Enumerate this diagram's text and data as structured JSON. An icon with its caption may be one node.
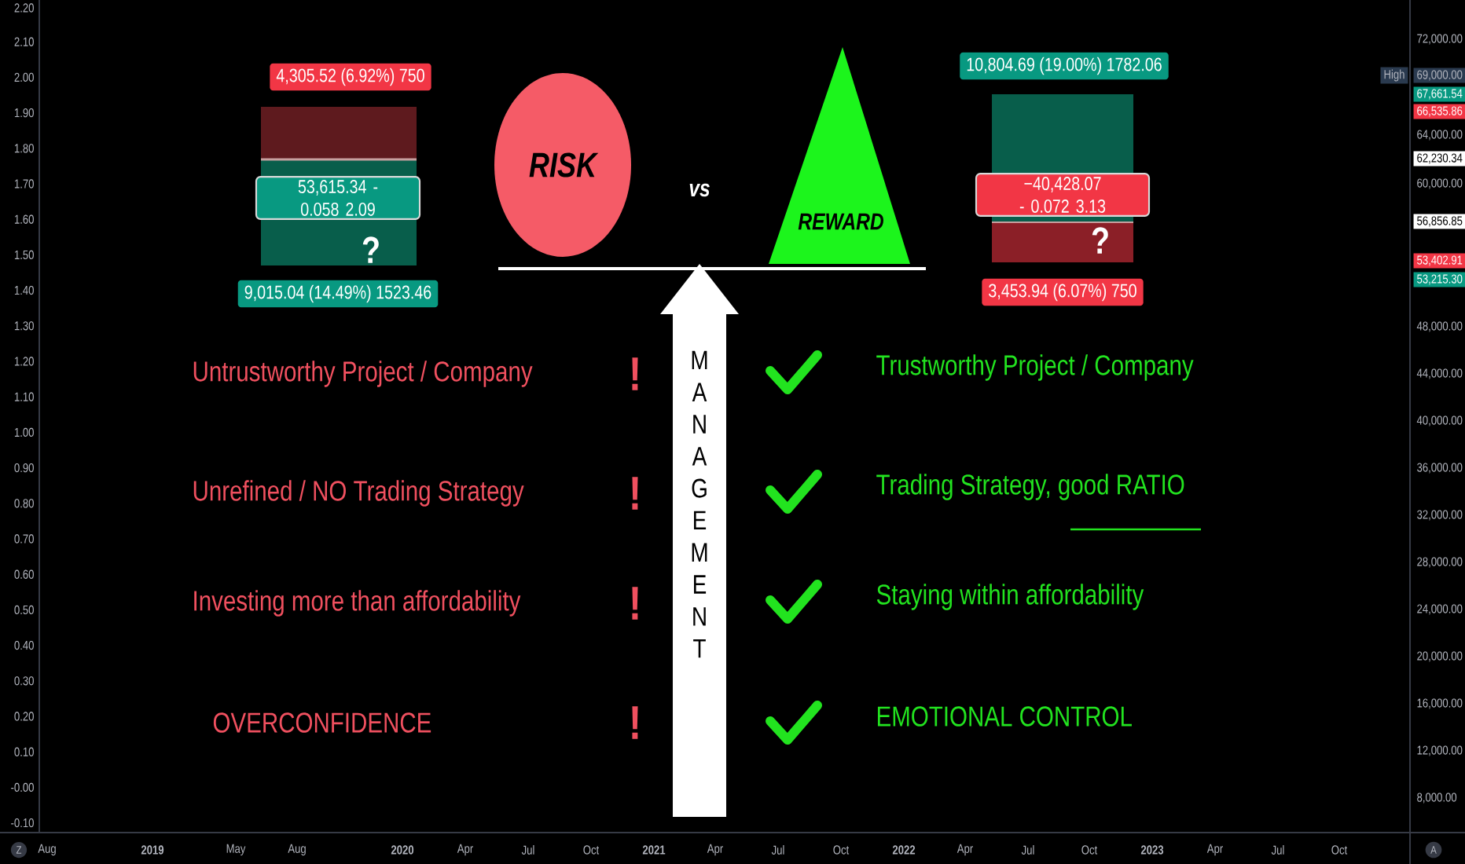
{
  "diagram": {
    "nodes": [
      {
        "text": [
          "4,305.52 (6.92%) 750"
        ]
      },
      {
        "text": [
          "53,615.34 - 0.058 2.09"
        ]
      },
      {
        "text": [
          "9,015.04 (14.49%) 1523.46"
        ]
      },
      {
        "text": [
          "RISK"
        ]
      },
      {
        "text": [
          "REWARD"
        ]
      },
      {
        "text": [
          "10,804.69 (19.00%) 1782.06"
        ]
      },
      {
        "text": [
          "−40,428.07 - 0.072 3.13"
        ]
      },
      {
        "text": [
          "3,453.94 (6.07%) 750"
        ]
      },
      {
        "text": [
          "MANAGEMENT"
        ]
      }
    ],
    "labels": [
      "vs",
      "?",
      "?",
      "Untrustworthy Project / Company",
      "!",
      "Trustworthy Project / Company",
      "Unrefined / NO Trading Strategy",
      "!",
      "Trading Strategy, good RATIO",
      "Investing more than affordability",
      "!",
      "Staying within affordability",
      "OVERCONFIDENCE",
      "!",
      "EMOTIONAL  CONTROL",
      "2.20",
      "2.10",
      "2.00",
      "1.90",
      "1.80",
      "1.70",
      "1.60",
      "1.50",
      "1.40",
      "1.30",
      "1.20",
      "1.10",
      "1.00",
      "0.90",
      "0.80",
      "0.70",
      "0.60",
      "0.50",
      "0.40",
      "0.30",
      "0.20",
      "0.10",
      "-0.00",
      "-0.10",
      "72,000.00",
      "High",
      "69,000.00",
      "67,661.54",
      "66,535.86",
      "64,000.00",
      "62,230.34",
      "60,000.00",
      "56,856.85",
      "53,402.91",
      "53,215.30",
      "48,000.00",
      "44,000.00",
      "40,000.00",
      "36,000.00",
      "32,000.00",
      "28,000.00",
      "24,000.00",
      "20,000.00",
      "16,000.00",
      "12,000.00",
      "8,000.00",
      "Z",
      "Aug",
      "2019",
      "May",
      "Aug",
      "2020",
      "Apr",
      "Jul",
      "Oct",
      "2021",
      "Apr",
      "Jul",
      "Oct",
      "2022",
      "Apr",
      "Jul",
      "Oct",
      "2023",
      "Apr",
      "Jul",
      "Oct",
      "A"
    ]
  }
}
